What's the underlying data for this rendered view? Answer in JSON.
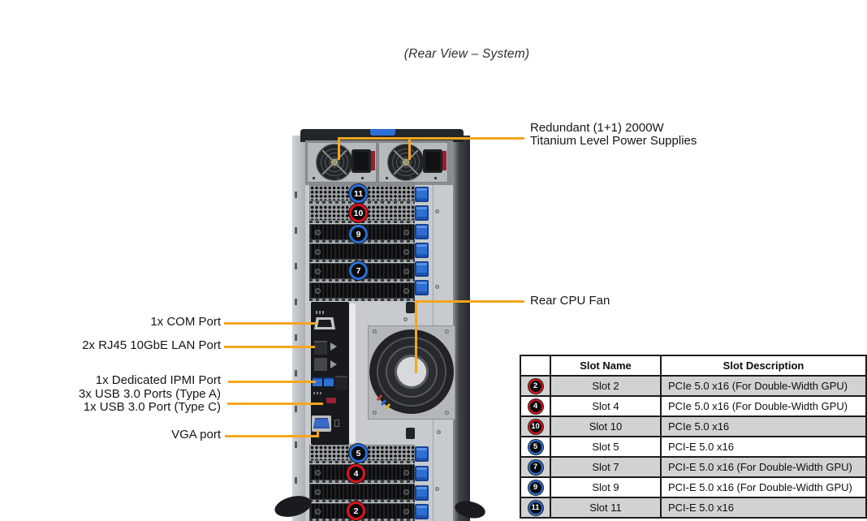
{
  "title": "(Rear View – System)",
  "callout_labels": {
    "psu_line1": "Redundant (1+1) 2000W",
    "psu_line2": "Titanium Level Power Supplies",
    "rear_cpu_fan": "Rear CPU Fan",
    "com": "1x COM Port",
    "lan": "2x RJ45 10GbE LAN Port",
    "ipmi": "1x Dedicated IPMI Port",
    "usb_a": "3x USB 3.0 Ports (Type A)",
    "usb_c": "1x USB 3.0 Port (Type C)",
    "vga": "VGA port"
  },
  "server_badges": [
    {
      "number": "11",
      "color": "blue"
    },
    {
      "number": "10",
      "color": "red"
    },
    {
      "number": "9",
      "color": "blue"
    },
    {
      "number": "7",
      "color": "blue"
    },
    {
      "number": "5",
      "color": "blue"
    },
    {
      "number": "4",
      "color": "red"
    },
    {
      "number": "2",
      "color": "red"
    }
  ],
  "table": {
    "headers": [
      "",
      "Slot Name",
      "Slot Description"
    ],
    "rows": [
      {
        "badge": "2",
        "badge_color": "red",
        "name": "Slot 2",
        "description": "PCIe 5.0 x16 (For Double-Width GPU)",
        "shaded": true
      },
      {
        "badge": "4",
        "badge_color": "red",
        "name": "Slot 4",
        "description": "PCIe 5.0 x16 (For Double-Width GPU)",
        "shaded": false
      },
      {
        "badge": "10",
        "badge_color": "red",
        "name": "Slot 10",
        "description": "PCIe 5.0 x16",
        "shaded": true
      },
      {
        "badge": "5",
        "badge_color": "blue",
        "name": "Slot 5",
        "description": "PCI-E 5.0 x16",
        "shaded": false
      },
      {
        "badge": "7",
        "badge_color": "blue",
        "name": "Slot 7",
        "description": "PCI-E 5.0 x16 (For Double-Width GPU)",
        "shaded": true
      },
      {
        "badge": "9",
        "badge_color": "blue",
        "name": "Slot 9",
        "description": "PCI-E 5.0 x16 (For Double-Width GPU)",
        "shaded": false
      },
      {
        "badge": "11",
        "badge_color": "blue",
        "name": "Slot 11",
        "description": "PCI-E 5.0 x16",
        "shaded": true
      }
    ]
  },
  "colors": {
    "callout_line": "#F5A61E",
    "badge_red": "#E0121C",
    "badge_blue": "#2A6FD6",
    "table_row_shade": "#D2D2D2",
    "chassis_gray": "#C7CBCE",
    "io_panel_black": "#17191D",
    "clip_blue": "#2F6FD4",
    "psu_latch_red": "#97202F",
    "vga_blue": "#3A6BC9"
  }
}
